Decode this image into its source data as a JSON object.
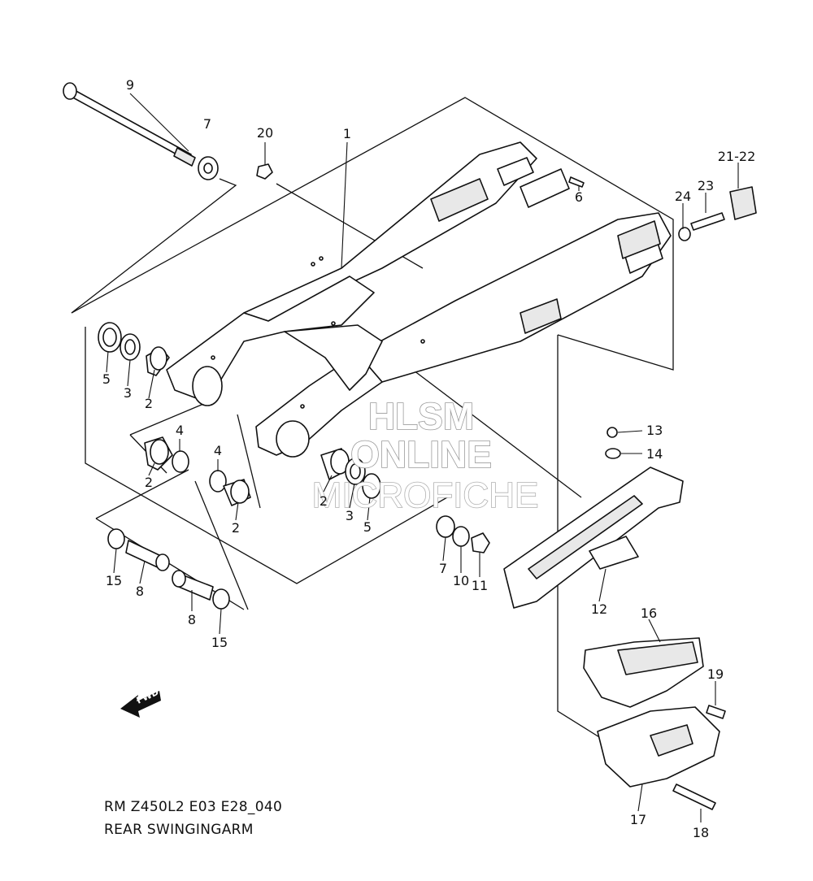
{
  "callouts": {
    "c1": "1",
    "c2a": "2",
    "c2b": "2",
    "c2c": "2",
    "c2d": "2",
    "c3a": "3",
    "c3b": "3",
    "c4a": "4",
    "c4b": "4",
    "c5a": "5",
    "c5b": "5",
    "c6": "6",
    "c7a": "7",
    "c7b": "7",
    "c8a": "8",
    "c8b": "8",
    "c9": "9",
    "c10": "10",
    "c11": "11",
    "c12": "12",
    "c13": "13",
    "c14": "14",
    "c15a": "15",
    "c15b": "15",
    "c16": "16",
    "c17": "17",
    "c18": "18",
    "c19": "19",
    "c20": "20",
    "c21_22": "21-22",
    "c23": "23",
    "c24": "24"
  },
  "watermark": {
    "line1": "HLSM",
    "line2": "ONLINE",
    "line3": "MICROFICHE"
  },
  "fwd_label": "FWD",
  "caption": {
    "line1": "RM Z450L2 E03 E28_040",
    "line2": "REAR SWINGINGARM"
  }
}
